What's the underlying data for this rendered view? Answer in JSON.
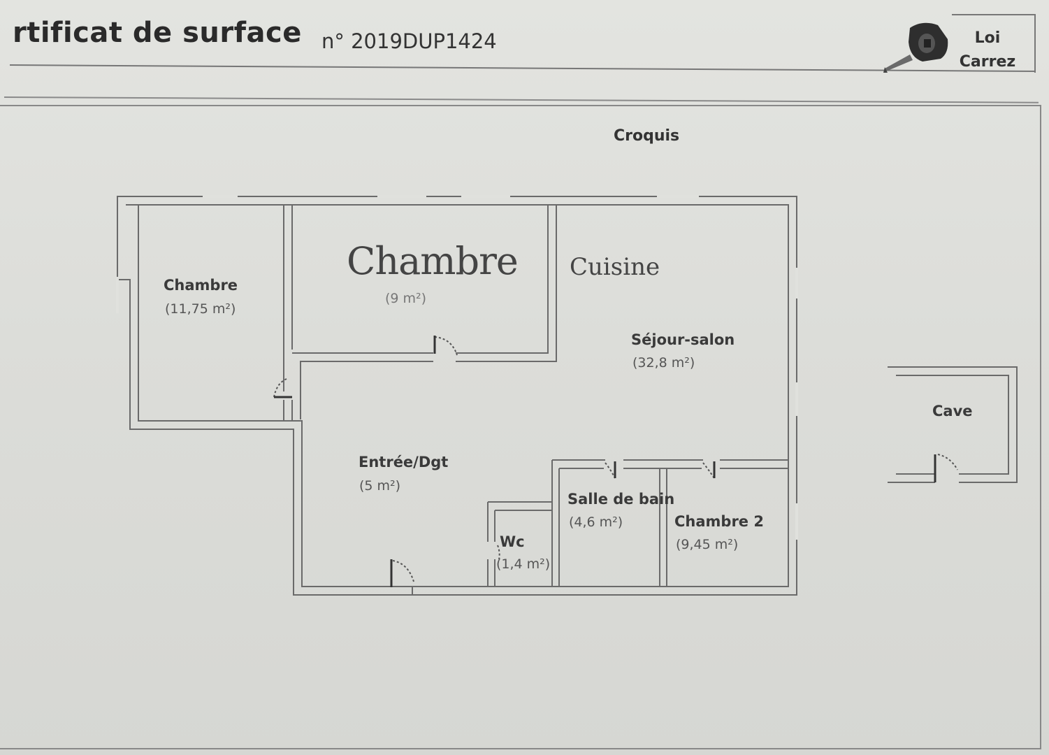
{
  "header": {
    "title": "rtificat de surface",
    "number": "n° 2019DUP1424",
    "logo_line1": "Loi",
    "logo_line2": "Carrez",
    "logo_icon": "tape-measure-icon"
  },
  "section_title": "Croquis",
  "rooms": {
    "chambre": {
      "name": "Chambre",
      "area": "(11,75 m²)"
    },
    "chambre_center": {
      "name": "Chambre",
      "area": "(9 m²)"
    },
    "cuisine": {
      "name": "Cuisine"
    },
    "sejour": {
      "name": "Séjour-salon",
      "area": "(32,8 m²)"
    },
    "entree": {
      "name": "Entrée/Dgt",
      "area": "(5 m²)"
    },
    "sdb": {
      "name": "Salle de bain",
      "area": "(4,6 m²)"
    },
    "wc": {
      "name": "Wc",
      "area": "(1,4 m²)"
    },
    "chambre2": {
      "name": "Chambre 2",
      "area": "(9,45 m²)"
    },
    "cave": {
      "name": "Cave"
    }
  }
}
